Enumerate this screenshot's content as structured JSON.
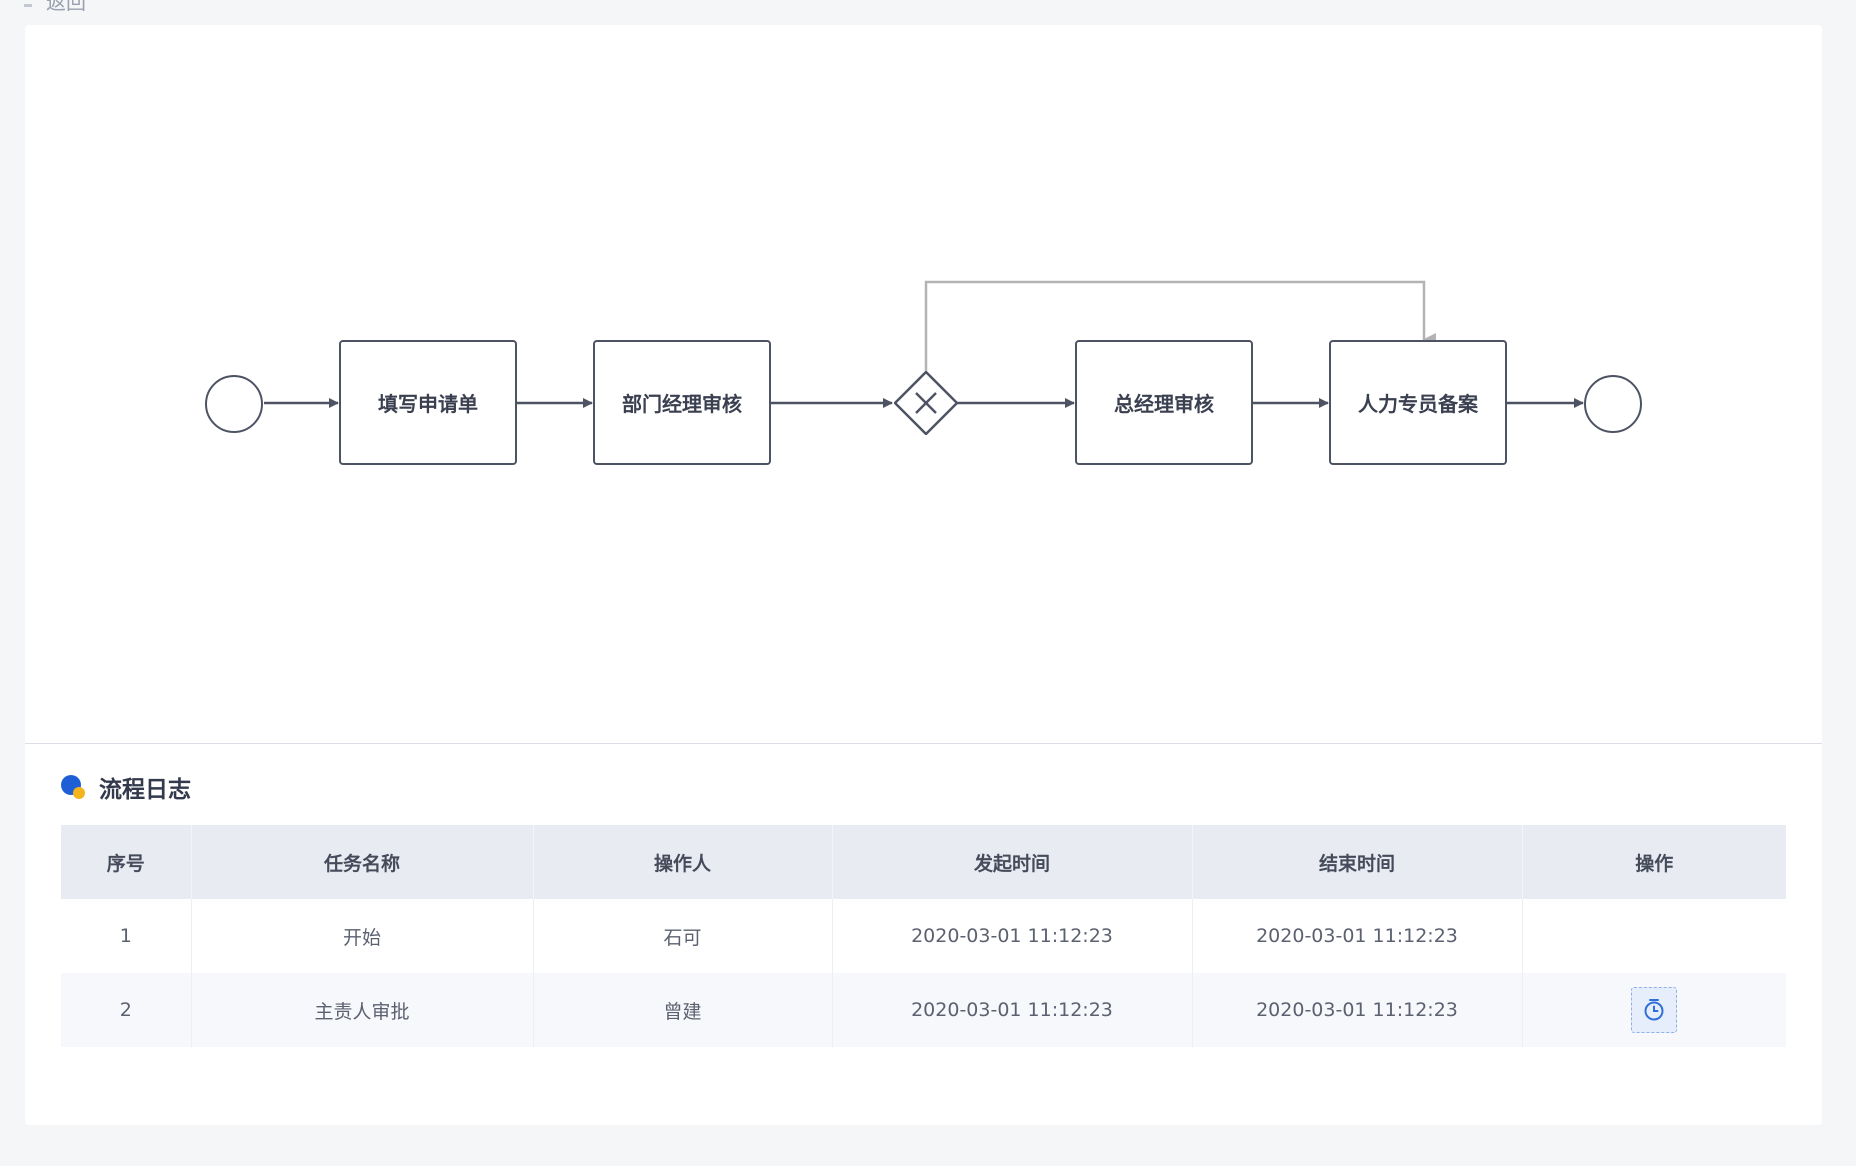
{
  "header": {
    "back_label": "返回"
  },
  "diagram": {
    "tasks": [
      {
        "label": "填写申请单"
      },
      {
        "label": "部门经理审核"
      },
      {
        "label": "总经理审核"
      },
      {
        "label": "人力专员备案"
      }
    ],
    "gateway_icon": "exclusive-gateway-x-icon",
    "colors": {
      "stroke": "#4e5364",
      "return_flow": "#b3b3b3"
    }
  },
  "log": {
    "title": "流程日志",
    "icon": "process-log-icon",
    "columns": [
      "序号",
      "任务名称",
      "操作人",
      "发起时间",
      "结束时间",
      "操作"
    ],
    "rows": [
      {
        "index": "1",
        "task": "开始",
        "operator": "石可",
        "start": "2020-03-01 11:12:23",
        "end": "2020-03-01 11:12:23",
        "has_action": false
      },
      {
        "index": "2",
        "task": "主责人审批",
        "operator": "曾建",
        "start": "2020-03-01 11:12:23",
        "end": "2020-03-01 11:12:23",
        "has_action": true,
        "action_icon": "stopwatch-icon"
      }
    ]
  }
}
